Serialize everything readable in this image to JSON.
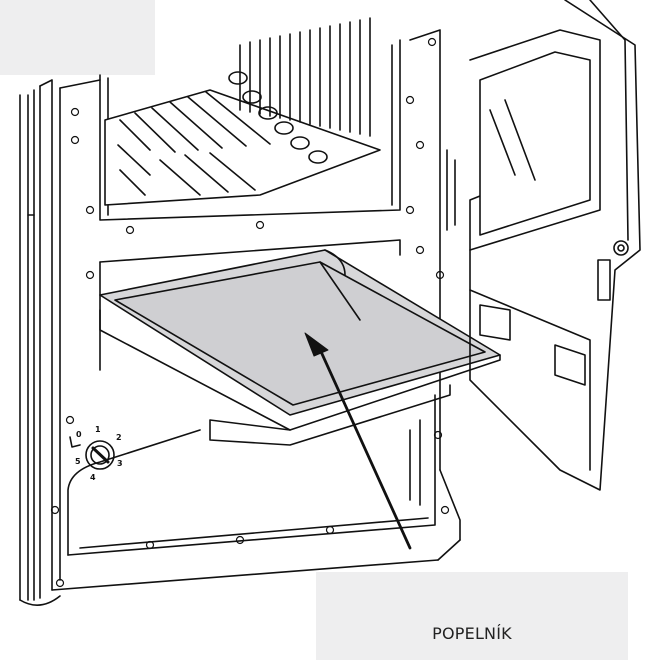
{
  "callout": {
    "label": "POPELNÍK"
  },
  "dial": {
    "marks": [
      "0",
      "1",
      "2",
      "3",
      "4",
      "5"
    ]
  },
  "colors": {
    "line": "#111111",
    "tray_fill": "#d7d7d9",
    "label_box": "#eeeeef"
  }
}
